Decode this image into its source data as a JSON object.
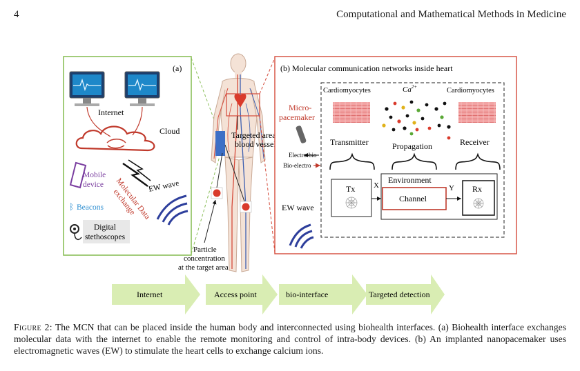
{
  "header": {
    "page_number": "4",
    "journal_title": "Computational and Mathematical Methods in Medicine"
  },
  "figure": {
    "panel_a": {
      "label": "(a)",
      "internet": "Internet",
      "cloud": "Cloud",
      "mobile_device_line1": "Mobile",
      "mobile_device_line2": "device",
      "beacons": "Beacons",
      "stethoscopes_line1": "Digital",
      "stethoscopes_line2": "stethoscopes",
      "ew_wave": "EW wave",
      "molecular_line1": "Molecular Data",
      "molecular_line2": "exchange"
    },
    "center": {
      "targeted_area_line1": "Targeted area heart",
      "targeted_area_line2": "blood vessel",
      "particle_line1": "Particle",
      "particle_line2": "concentration",
      "particle_line3": "at the target area"
    },
    "panel_b": {
      "title": "(b)  Molecular communication networks inside heart",
      "micro_line1": "Micro-",
      "micro_line2": "pacemaker",
      "electro_bio": "Electro-bio",
      "bio_electro": "Bio-electro",
      "ew_wave": "EW wave",
      "cardiomyocytes_left": "Cardiomyocytes",
      "cardiomyocytes_right": "Cardiomyocytes",
      "ca_ion": "Ca",
      "ca_sup": "2+",
      "transmitter": "Transmitter",
      "propagation": "Propagation",
      "receiver": "Receiver",
      "environment": "Environment",
      "tx": "Tx",
      "rx": "Rx",
      "channel": "Channel",
      "x_label": "X",
      "y_label": "Y"
    },
    "bottom_bar": [
      "Internet",
      "Access point",
      "bio-interface",
      "Targeted detection"
    ]
  },
  "caption": {
    "label": "Figure 2:",
    "text": " The MCN that can be placed inside the human body and interconnected using biohealth interfaces. (a) Biohealth interface exchanges molecular data with the internet to enable the remote monitoring and control of intra-body devices. (b) An implanted nanopacemaker uses electromagnetic waves (EW) to stimulate the heart cells to exchange calcium ions."
  }
}
